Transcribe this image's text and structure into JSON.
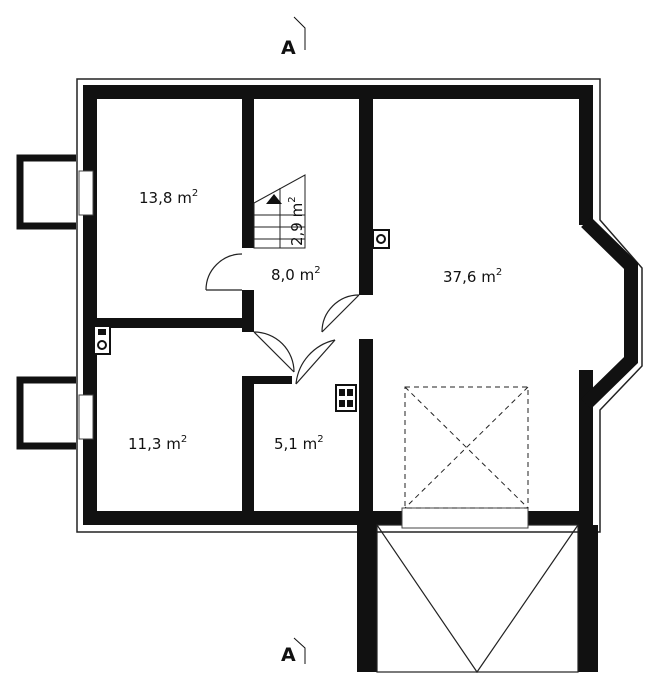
{
  "plan": {
    "section_marker": "A",
    "unit": "m",
    "unit_exp": "2",
    "rooms": {
      "room_a": "13,8",
      "hall": "8,0",
      "main": "37,6",
      "room_b": "11,3",
      "room_c": "5,1",
      "stairs": "2,9"
    }
  }
}
